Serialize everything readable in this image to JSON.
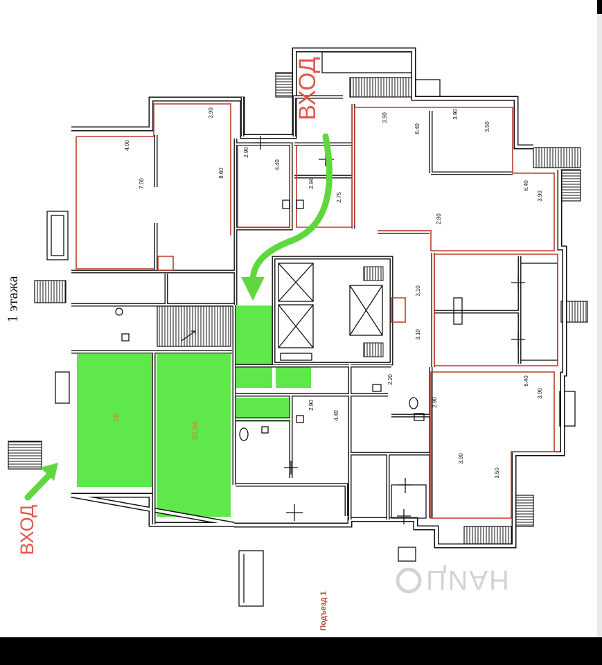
{
  "labels": {
    "entrance_top": "ВХОД",
    "entrance_left": "ВХОД",
    "floor": "1 этажа",
    "entrance_name": "Подъезд 1",
    "watermark": "ЦИАН"
  },
  "areas": [
    "28",
    "33,54"
  ],
  "dimensions": [
    "3.90",
    "4.00",
    "7.00",
    "8.60",
    "2.90",
    "4.40",
    "2.94",
    "2.75",
    "3.90",
    "6.40",
    "3.90",
    "3.50",
    "6.40",
    "3.90",
    "2.90",
    "3.10",
    "3.10",
    "2.20",
    "6.40",
    "3.90",
    "2.90",
    "2.90",
    "4.40",
    "3.90",
    "3.50"
  ],
  "colors": {
    "highlight": "#5ee84a",
    "arrow": "#5fd83f",
    "entrance_text": "#e2574c",
    "unit_outline": "#c0392b",
    "wall": "#111111"
  }
}
